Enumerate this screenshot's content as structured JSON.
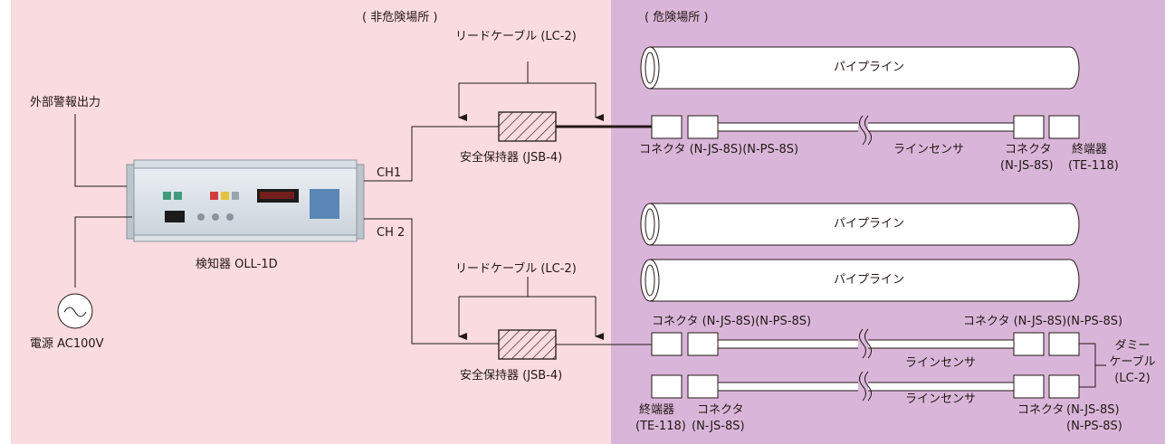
{
  "zones": {
    "non_hazardous": "( 非危険場所 )",
    "hazardous": "( 危険場所 )"
  },
  "detector": {
    "label": "検知器 OLL-1D",
    "external_alarm": "外部警報出力",
    "ch1": "CH1",
    "ch2": "CH 2"
  },
  "power": {
    "label": "電源 AC100V"
  },
  "lead_cable": {
    "label": "リードケーブル (LC-2)"
  },
  "barrier": {
    "label": "安全保持器 (JSB-4)"
  },
  "pipelines": [
    "パイプライン",
    "パイプライン",
    "パイプライン"
  ],
  "sensor": {
    "label": "ラインセンサ"
  },
  "connector_pair": "コネクタ (N-JS-8S)(N-PS-8S)",
  "connector_name": "コネクタ",
  "connector_model_js": "(N-JS-8S)",
  "connector_model_ps": "(N-PS-8S)",
  "terminator": {
    "name": "終端器",
    "model": "(TE-118)"
  },
  "dummy_cable": {
    "line1": "ダミー",
    "line2": "ケーブル",
    "line3": "(LC-2)"
  },
  "colors": {
    "non_hazardous_bg": "#fadbe0",
    "hazardous_bg": "#d9b6d9",
    "line": "#231815",
    "pipe_fill": "#ffffff"
  }
}
